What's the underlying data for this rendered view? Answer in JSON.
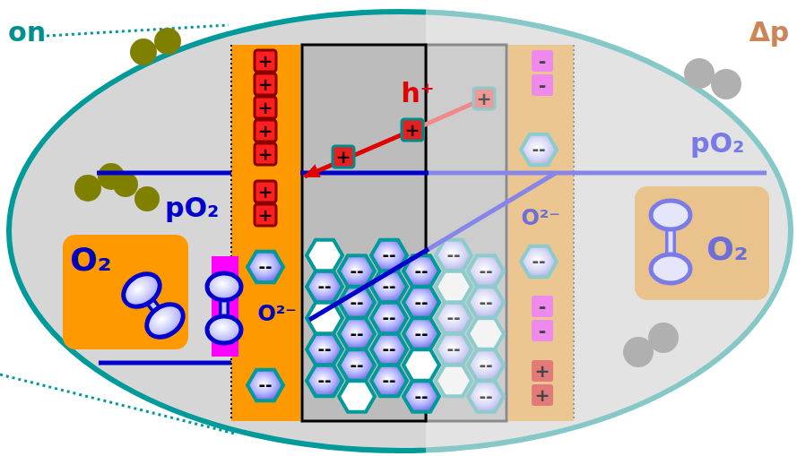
{
  "diagram": {
    "nodes": [
      {
        "text": [
          "O₂"
        ]
      },
      {
        "text": [
          "O₂"
        ]
      }
    ],
    "labels": [
      "on",
      "Δp",
      "h⁺",
      "pO₂",
      "pO₂",
      "O²⁻",
      "O²⁻",
      "+",
      "+",
      "+",
      "+",
      "+",
      "+",
      "+",
      "--",
      "--",
      "+",
      "+",
      "+",
      "--",
      "--",
      "--",
      "--",
      "--",
      "--",
      "--",
      "--",
      "--",
      "--",
      "--",
      "--",
      "--",
      "--",
      "--",
      "--",
      "--",
      "--",
      "--",
      "--",
      "--",
      "--",
      "--",
      "-",
      "-",
      "--",
      "--",
      "-",
      "-",
      "+",
      "+"
    ]
  }
}
